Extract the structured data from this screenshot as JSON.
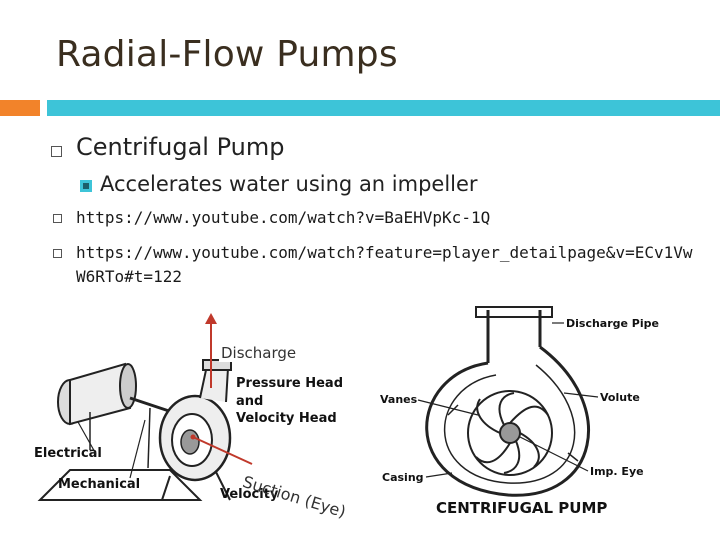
{
  "slide": {
    "title": "Radial-Flow Pumps",
    "bullets": [
      {
        "text": "Centrifugal Pump"
      },
      {
        "text": "Accelerates water using an impeller"
      },
      {
        "text": "https://www.youtube.com/watch?v=BaEHVpKc-1Q"
      },
      {
        "text_line1": "https://www.youtube.com/watch?feature=player_detailpage&v=ECv1Vw",
        "text_line2": "W6RTo#t=122"
      }
    ]
  },
  "left_diagram": {
    "labels": {
      "pressure_head": "Pressure Head",
      "and": "and",
      "velocity_head": "Velocity Head",
      "electrical": "Electrical",
      "mechanical": "Mechanical",
      "velocity": "Velocity"
    },
    "annotations": {
      "discharge": "Discharge",
      "suction": "Suction (Eye)"
    }
  },
  "right_diagram": {
    "labels": {
      "discharge_pipe": "Discharge Pipe",
      "vanes": "Vanes",
      "volute": "Volute",
      "casing": "Casing",
      "imp_eye": "Imp. Eye",
      "caption": "CENTRIFUGAL PUMP"
    }
  },
  "colors": {
    "accent_orange": "#f2832a",
    "accent_cyan": "#3dc4d8",
    "annotation_red": "#c0392b"
  }
}
